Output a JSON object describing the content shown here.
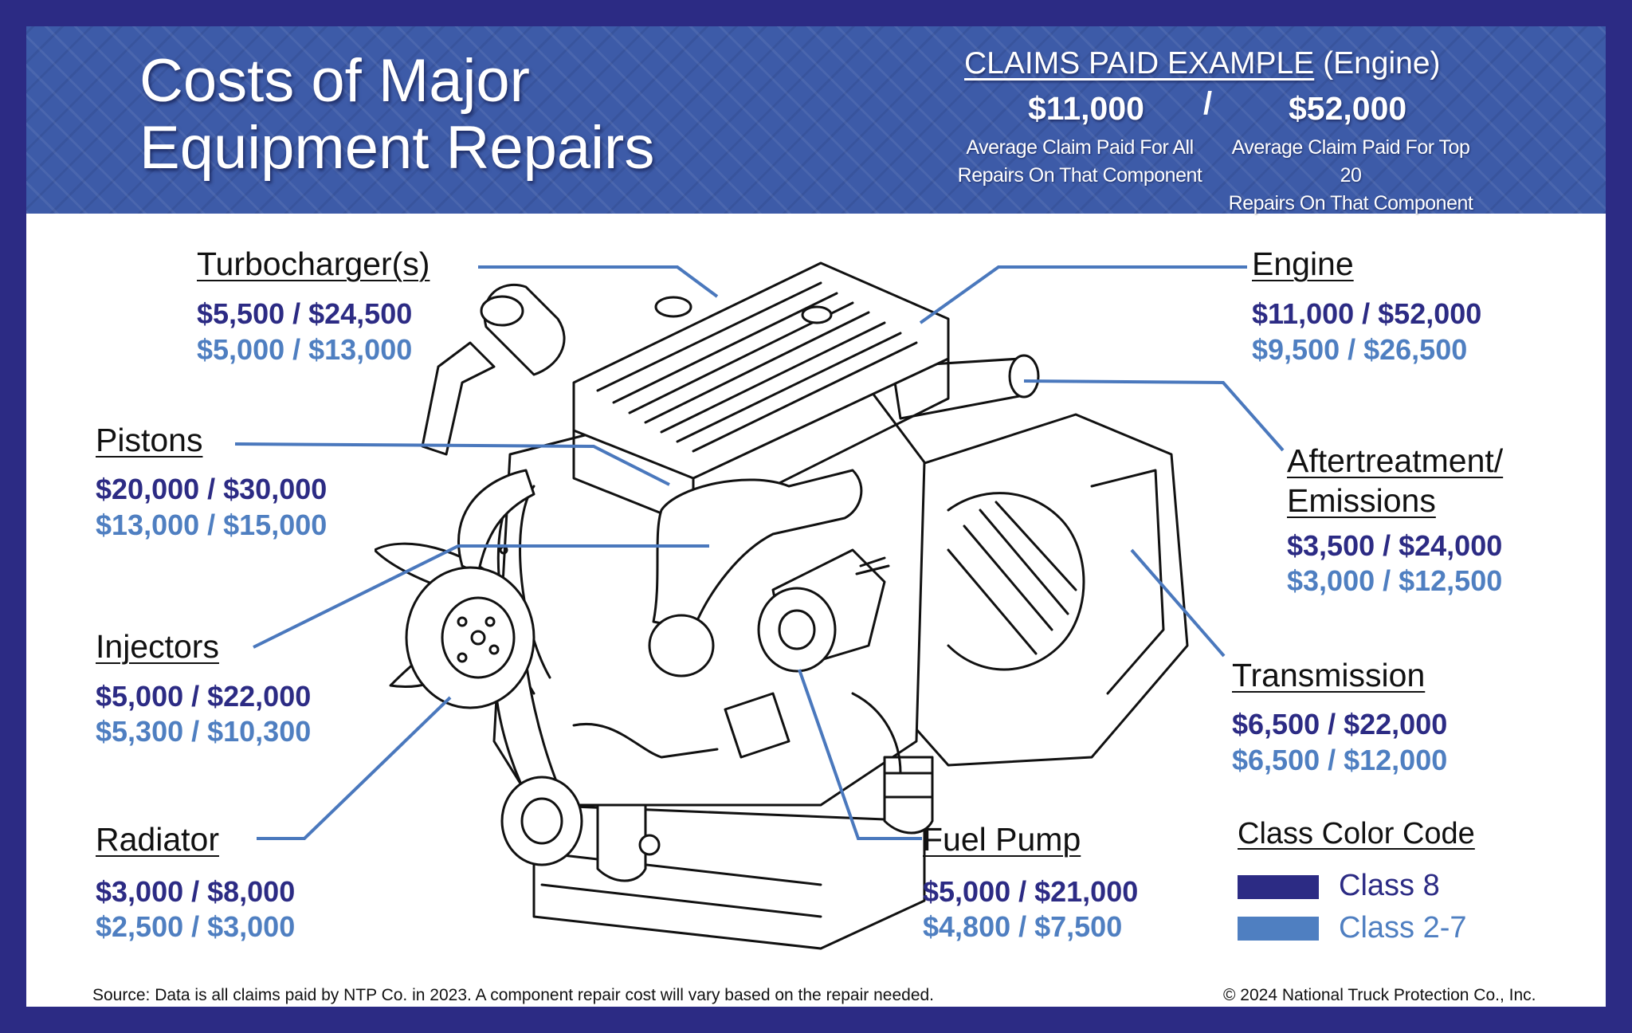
{
  "header": {
    "title_line1": "Costs of Major",
    "title_line2": "Equipment Repairs",
    "claims_title": "CLAIMS PAID EXAMPLE",
    "claims_title_suffix": "(Engine)",
    "avg_value": "$11,000",
    "separator": "/",
    "top20_value": "$52,000",
    "avg_desc_line1": "Average Claim Paid For All",
    "avg_desc_line2": "Repairs On That Component",
    "top20_desc_line1": "Average Claim Paid For Top 20",
    "top20_desc_line2": "Repairs On That Component"
  },
  "components": {
    "turbocharger": {
      "label": "Turbocharger(s)",
      "class8": "$5,500 / $24,500",
      "class27": "$5,000 / $13,000"
    },
    "pistons": {
      "label": "Pistons",
      "class8": "$20,000 / $30,000",
      "class27": "$13,000 / $15,000"
    },
    "injectors": {
      "label": "Injectors",
      "class8": "$5,000 / $22,000",
      "class27": "$5,300 / $10,300"
    },
    "radiator": {
      "label": "Radiator",
      "class8": "$3,000 / $8,000",
      "class27": "$2,500 / $3,000"
    },
    "engine": {
      "label": "Engine",
      "class8": "$11,000 / $52,000",
      "class27": "$9,500 / $26,500"
    },
    "aftertreatment": {
      "label_line1": "Aftertreatment/",
      "label_line2": "Emissions",
      "class8": "$3,500 / $24,000",
      "class27": "$3,000 / $12,500"
    },
    "transmission": {
      "label": "Transmission",
      "class8": "$6,500 / $22,000",
      "class27": "$6,500 / $12,000"
    },
    "fuel_pump": {
      "label": "Fuel Pump",
      "class8": "$5,000 / $21,000",
      "class27": "$4,800 / $7,500"
    }
  },
  "legend": {
    "title": "Class Color Code",
    "items": [
      {
        "label": "Class 8",
        "color": "#2c2b84"
      },
      {
        "label": "Class 2-7",
        "color": "#4f7fc1"
      }
    ]
  },
  "footer": {
    "source": "Source: Data is all claims paid by NTP Co. in 2023.   A component repair cost will vary based on the repair needed.",
    "copyright": "© 2024 National Truck Protection Co., Inc."
  },
  "colors": {
    "border": "#2c2b84",
    "header_bg": "#3d5ba8",
    "class8": "#2c2b84",
    "class27": "#4f7fc1",
    "leader_line": "#4a78bd"
  },
  "illustration": {
    "subject": "engine-line-drawing"
  }
}
